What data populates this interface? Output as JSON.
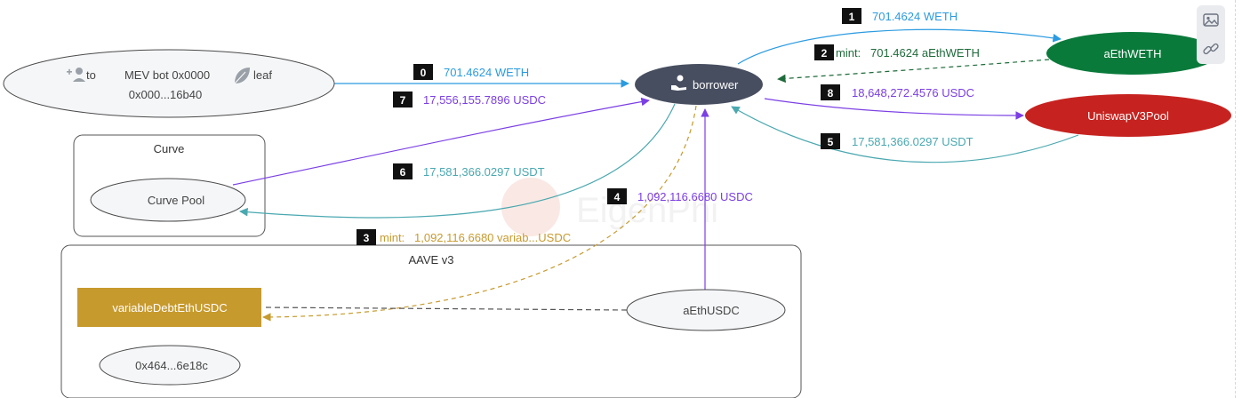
{
  "watermark": "EigenPhi",
  "clusters": {
    "curve": {
      "title": "Curve"
    },
    "aave": {
      "title": "AAVE v3"
    }
  },
  "nodes": {
    "mev_bot": {
      "to_label": "to",
      "name": "MEV bot 0x0000",
      "leaf_label": "leaf",
      "address": "0x000...16b40"
    },
    "borrower": {
      "label": "borrower"
    },
    "aethweth": {
      "label": "aEthWETH",
      "color": "#0a7a3b"
    },
    "uniswap": {
      "label": "UniswapV3Pool",
      "color": "#c62320"
    },
    "curve_pool": {
      "label": "Curve Pool"
    },
    "variable_debt": {
      "label": "variableDebtEthUSDC",
      "color": "#c79a2e"
    },
    "aethusdc": {
      "label": "aEthUSDC"
    },
    "addr_0x464": {
      "label": "0x464...6e18c"
    }
  },
  "edges": [
    {
      "step": "0",
      "label": "701.4624 WETH",
      "color": "#2b9be0"
    },
    {
      "step": "1",
      "label": "701.4624 WETH",
      "color": "#2b9be0"
    },
    {
      "step": "2",
      "label": "mint:   701.4624 aEthWETH",
      "color": "#1e6b3a"
    },
    {
      "step": "3",
      "label": "mint:   1,092,116.6680 variab...USDC",
      "color": "#c79a2e"
    },
    {
      "step": "4",
      "label": "1,092,116.6680 USDC",
      "color": "#7b3fe4"
    },
    {
      "step": "5",
      "label": "17,581,366.0297 USDT",
      "color": "#4aa8b0"
    },
    {
      "step": "6",
      "label": "17,581,366.0297 USDT",
      "color": "#4aa8b0"
    },
    {
      "step": "7",
      "label": "17,556,155.7896 USDC",
      "color": "#7b3fe4"
    },
    {
      "step": "8",
      "label": "18,648,272.4576 USDC",
      "color": "#7b3fe4"
    }
  ],
  "toolbar": {
    "image_icon": "image-icon",
    "link_icon": "link-icon"
  }
}
